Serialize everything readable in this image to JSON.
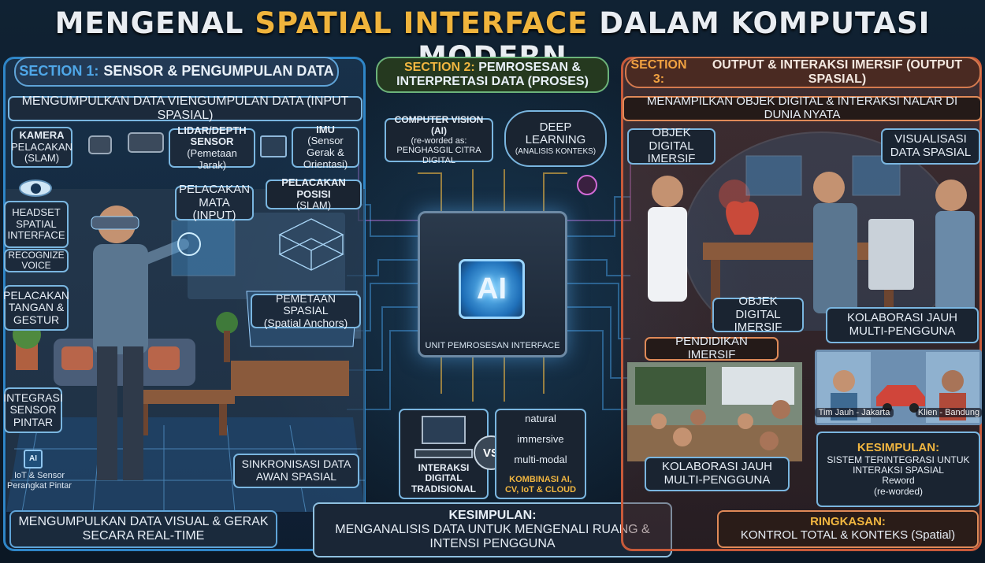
{
  "title": {
    "part1": "MENGENAL ",
    "part2": "SPATIAL INTERFACE",
    "part3": " DALAM KOMPUTASI MODERN"
  },
  "section1": {
    "num": "SECTION 1:",
    "title": "SENSOR & PENGUMPULAN DATA",
    "subtitle": "MENGUMPULKAN DATA VIENGUMPULAN DATA (INPUT SPASIAL)",
    "kamera_title": "KAMERA",
    "kamera_sub": "PELACAKAN (SLAM)",
    "lidar_title": "LIDAR/DEPTH SENSOR",
    "lidar_sub": "(Pemetaan Jarak)",
    "imu_title": "IMU",
    "imu_sub": "(Sensor Gerak & Orientasi)",
    "pelacakan_mata": "PELACAKAN MATA (INPUT)",
    "pelacakan_posisi_title": "PELACAKAN POSISI",
    "pelacakan_posisi_sub": "(SLAM)",
    "headset": "HEADSET SPATIAL INTERFACE",
    "recognize": "RECOGNIZE VOICE",
    "pelacakan_tangan": "PELACAKAN TANGAN & GESTUR",
    "pemetaan_title": "PEMETAAN SPASIAL",
    "pemetaan_sub": "(Spatial Anchors)",
    "integrasi": "INTEGRASI SENSOR PINTAR",
    "iot_icon": "AI",
    "iot": "IoT & Sensor Perangkat Pintar",
    "sinkronisasi": "SINKRONISASI DATA AWAN SPASIAL",
    "bottom": "MENGUMPULKAN DATA VISUAL & GERAK SECARA REAL-TIME"
  },
  "section2": {
    "num": "SECTION 2:",
    "title": "PEMROSESAN & INTERPRETASI DATA (PROSES)",
    "cv_title": "COMPUTER VISION (AI)",
    "cv_sub": "(re-worded as: PENGHASGIL CITRA DIGITAL",
    "dl_title": "DEEP LEARNING",
    "dl_sub": "(ANALISIS KONTEKS)",
    "chip_text": "AI",
    "chip_label": "UNIT PEMROSESAN INTERFACE",
    "trad_label": "INTERAKSI DIGITAL TRADISIONAL",
    "vs": "VS",
    "natural": "natural",
    "immersive": "immersive",
    "multimodal": "multi-modal",
    "kombinasi": "KOMBINASI AI, CV, IoT & CLOUD",
    "kesimpulan_title": "KESIMPULAN:",
    "kesimpulan_body": "MENGANALISIS DATA UNTUK MENGENALI RUANG & INTENSI PENGGUNA"
  },
  "section3": {
    "num": "SECTION 3:",
    "title": "OUTPUT & INTERAKSI IMERSIF (OUTPUT SPASIAL)",
    "subtitle": "MENAMPILKAN OBJEK DIGITAL & INTERAKSI NALAR DI DUNIA NYATA",
    "objek1": "OBJEK DIGITAL IMERSIF",
    "visualisasi": "VISUALISASI DATA SPASIAL",
    "objek2": "OBJEK DIGITAL IMERSIF",
    "kolab_top": "KOLABORASI JAUH MULTI-PENGGUNA",
    "pendidikan": "PENDIDIKAN IMERSIF",
    "tim": "Tim Jauh - Jakarta",
    "klien": "Klien - Bandung",
    "kolab_bottom": "KOLABORASI JAUH MULTI-PENGGUNA",
    "kesimpulan_title": "KESIMPULAN:",
    "kesimpulan_body": "SISTEM TERINTEGRASI UNTUK INTERAKSI SPASIAL",
    "reword": "Reword",
    "reworded": "(re-worded)",
    "ringkasan_title": "RINGKASAN:",
    "ringkasan_body": "KONTROL TOTAL & KONTEKS (Spatial)"
  },
  "colors": {
    "blue_accent": "#2f86c8",
    "green_accent": "#6cb37a",
    "orange_accent": "#c85a3a",
    "gold": "#f1b640"
  }
}
